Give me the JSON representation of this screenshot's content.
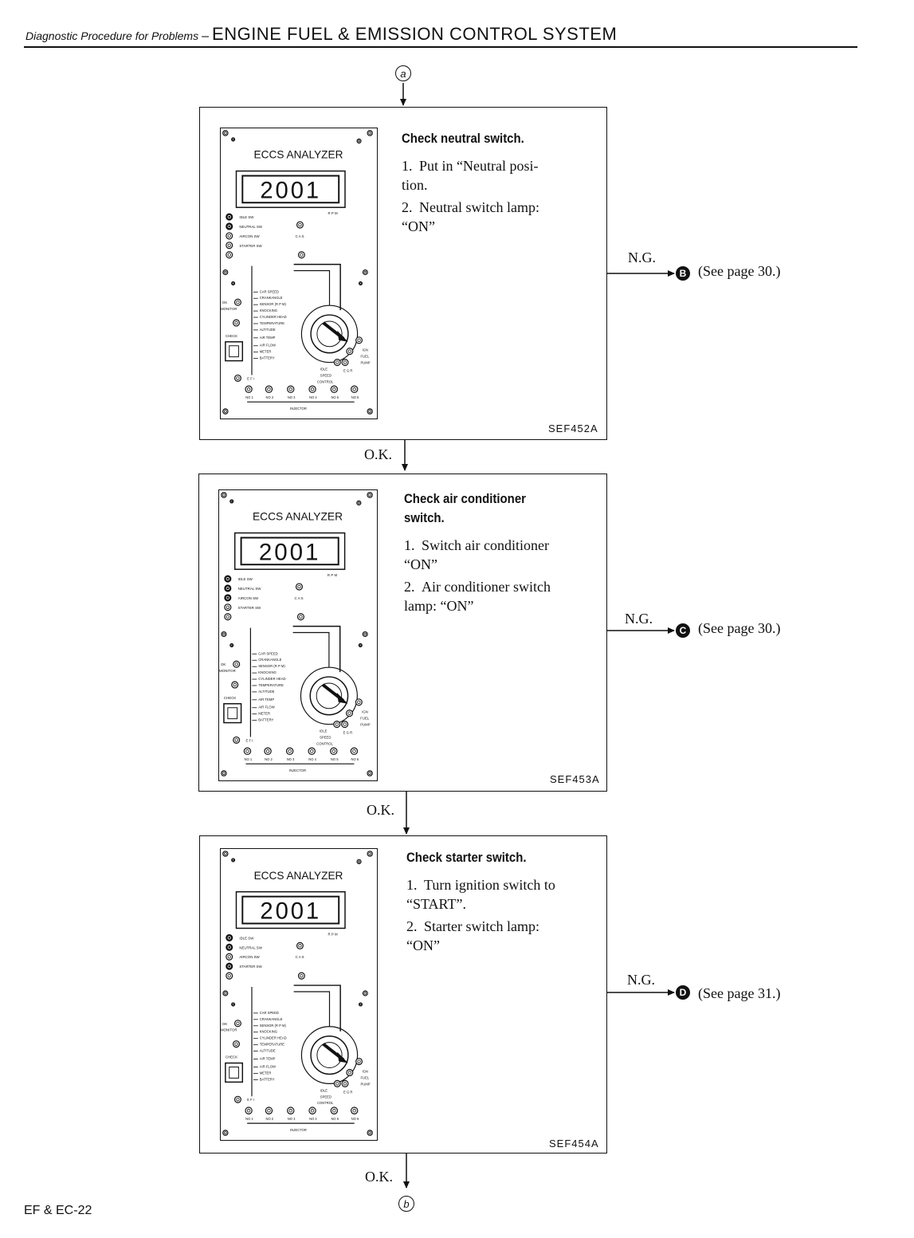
{
  "header": {
    "section_italic": "Diagnostic Procedure for Problems",
    "dash": "–",
    "system_title": "ENGINE FUEL & EMISSION CONTROL SYSTEM"
  },
  "connectors": {
    "start": "a",
    "end": "b"
  },
  "analyzer": {
    "title": "ECCS ANALYZER",
    "display": "2001",
    "rpm": "R P M",
    "cas": "C A S",
    "switches": [
      "IDLE SW",
      "NEUTRAL SW",
      "AIRCON SW",
      "STARTER SW"
    ],
    "ok_monitor": [
      "OK",
      "MONITOR"
    ],
    "check": "CHECK",
    "dial_items": [
      "CAR SPEED",
      "CRANKANGLE",
      "SENSOR (R P M)",
      "KNOCKING",
      "CYLINDER HEAD",
      "TEMPERATURE",
      "ALTITUDE",
      "AIR TEMP",
      "AIR FLOW",
      "METER",
      "BATTERY"
    ],
    "right_labels": [
      "IGN",
      "FUEL",
      "PUMP",
      "E G R",
      "IDLE",
      "SPEED",
      "CONTROL"
    ],
    "efi": "E F I",
    "injector_nums": [
      "NO 1",
      "NO 2",
      "NO 3",
      "NO 4",
      "NO 5",
      "NO 6"
    ],
    "injector": "INJECTOR"
  },
  "steps": [
    {
      "title": [
        "Check neutral switch."
      ],
      "items": [
        {
          "num": "1.",
          "lines": [
            "Put in “Neutral posi-",
            "tion."
          ]
        },
        {
          "num": "2.",
          "lines": [
            "Neutral switch lamp:",
            "“ON”"
          ]
        }
      ],
      "fig_id": "SEF452A",
      "ng": "N.G.",
      "ng_target": "B",
      "see": "(See page 30.)",
      "ok": "O.K."
    },
    {
      "title": [
        "Check air conditioner",
        "switch."
      ],
      "items": [
        {
          "num": "1.",
          "lines": [
            "Switch air conditioner",
            "“ON”"
          ]
        },
        {
          "num": "2.",
          "lines": [
            "Air conditioner switch",
            "lamp:  “ON”"
          ]
        }
      ],
      "fig_id": "SEF453A",
      "ng": "N.G.",
      "ng_target": "C",
      "see": "(See page 30.)",
      "ok": "O.K."
    },
    {
      "title": [
        "Check starter switch."
      ],
      "items": [
        {
          "num": "1.",
          "lines": [
            "Turn ignition switch to",
            "“START”."
          ]
        },
        {
          "num": "2.",
          "lines": [
            "Starter switch lamp:",
            "“ON”"
          ]
        }
      ],
      "fig_id": "SEF454A",
      "ng": "N.G.",
      "ng_target": "D",
      "see": "(See page 31.)",
      "ok": "O.K."
    }
  ],
  "footer": "EF & EC-22"
}
